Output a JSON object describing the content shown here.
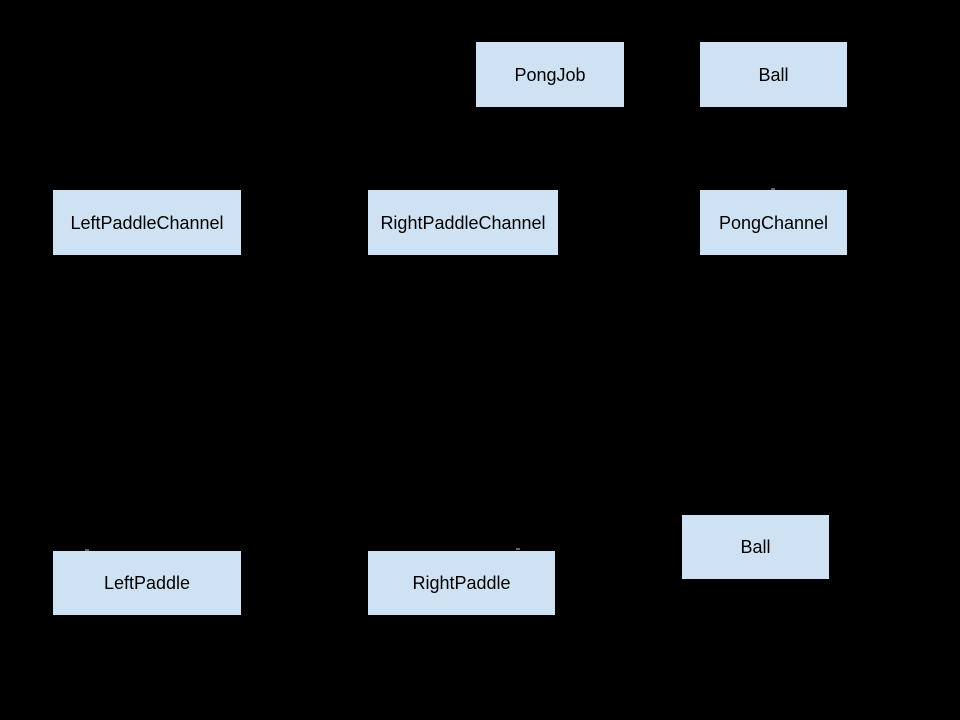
{
  "diagram": {
    "background_color": "#000000",
    "node_fill_color": "#cfe2f3",
    "node_text_color": "#000000",
    "nodes": [
      {
        "id": "pong-job",
        "label": "PongJob"
      },
      {
        "id": "ball-top",
        "label": "Ball"
      },
      {
        "id": "left-paddle-channel",
        "label": "LeftPaddleChannel"
      },
      {
        "id": "right-paddle-channel",
        "label": "RightPaddleChannel"
      },
      {
        "id": "pong-channel",
        "label": "PongChannel"
      },
      {
        "id": "left-paddle",
        "label": "LeftPaddle"
      },
      {
        "id": "right-paddle",
        "label": "RightPaddle"
      },
      {
        "id": "ball-bottom",
        "label": "Ball"
      }
    ]
  }
}
